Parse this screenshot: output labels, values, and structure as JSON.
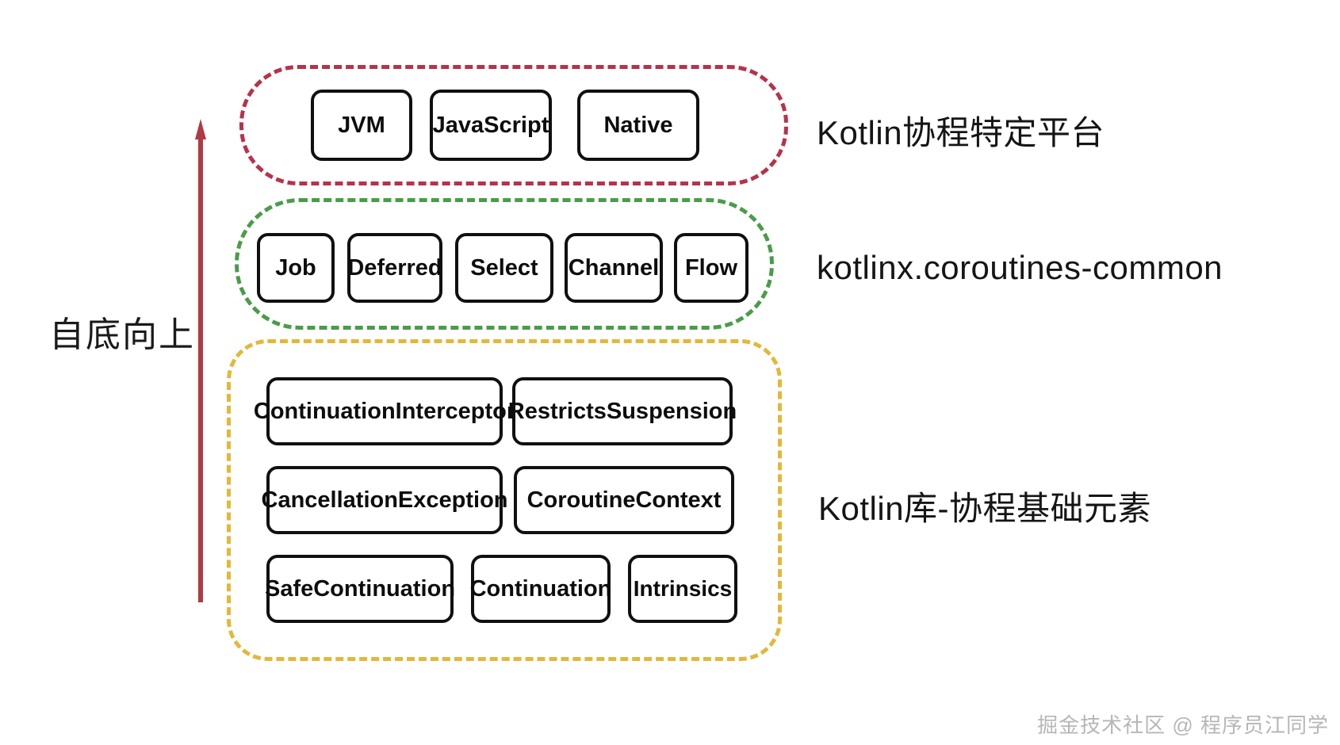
{
  "diagram": {
    "left_caption": "自底向上",
    "arrow": {
      "direction": "up",
      "color": "#b03a42",
      "name": "bottom-up-arrow"
    },
    "watermark": "掘金技术社区 @ 程序员江同学",
    "layers": [
      {
        "id": "platform",
        "label": "Kotlin协程特定平台",
        "border_color": "#b7324a",
        "nodes": [
          "JVM",
          "JavaScript",
          "Native"
        ]
      },
      {
        "id": "common",
        "label": "kotlinx.coroutines-common",
        "border_color": "#4a9c4a",
        "nodes": [
          "Job",
          "Deferred",
          "Select",
          "Channel",
          "Flow"
        ]
      },
      {
        "id": "core",
        "label": "Kotlin库-协程基础元素",
        "border_color": "#e3b83a",
        "nodes": [
          "ContinuationInterceptor",
          "RestrictsSuspension",
          "CancellationException",
          "CoroutineContext",
          "SafeContinuation",
          "Continuation",
          "Intrinsics"
        ]
      }
    ]
  }
}
